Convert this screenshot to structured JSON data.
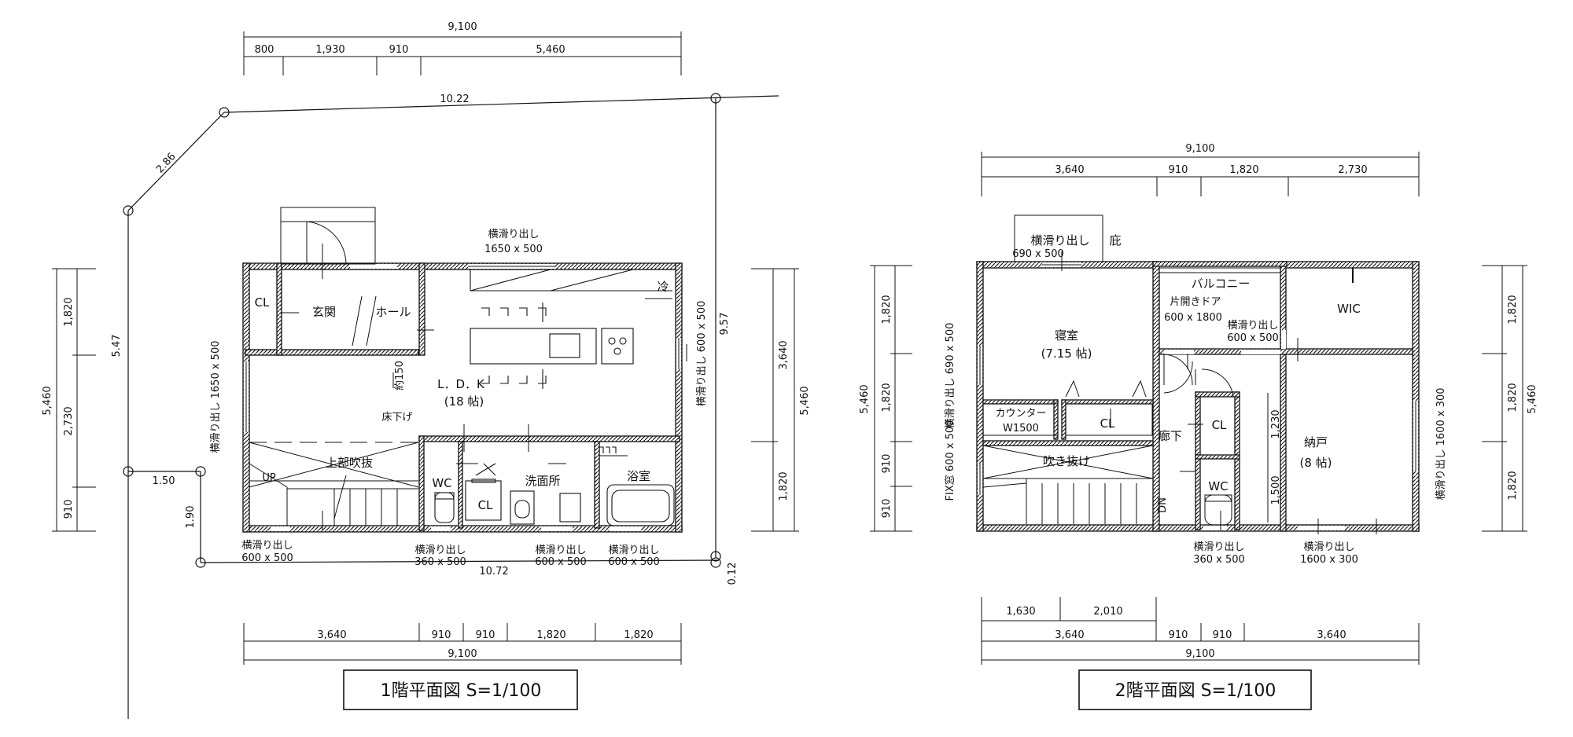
{
  "floor1": {
    "title": "1階平面図 S=1/100",
    "dims_top_total": "9,100",
    "dims_top": [
      "800",
      "1,930",
      "910",
      "5,460"
    ],
    "dims_bottom": [
      "3,640",
      "910",
      "910",
      "1,820",
      "1,820"
    ],
    "dims_bottom_total": "9,100",
    "dims_left_outer": "5,460",
    "dims_left_inner": [
      "1,820",
      "2,730",
      "910"
    ],
    "dims_right_inner": [
      "3,640",
      "1,820"
    ],
    "dims_right_outer": "5,460",
    "site": {
      "top_edge": "10.22",
      "diag_edge": "2.86",
      "left_edge": "5.47",
      "right_edge": "9.57",
      "bottom_edge": "10.72",
      "corner_small": "0.12",
      "offset_h": "1.50",
      "offset_v": "1.90"
    },
    "rooms": {
      "closet": "CL",
      "entrance": "玄関",
      "hall": "ホール",
      "ldk": "L．D．K",
      "ldk_size": "(18 帖)",
      "fridge": "冷",
      "step": "約150",
      "floor_down": "床下げ",
      "void_above": "上部吹抜",
      "up": "UP",
      "wc": "WC",
      "cl2": "CL",
      "washroom": "洗面所",
      "bath": "浴室"
    },
    "windows": {
      "top": "横滑り出し",
      "top_size": "1650 x 500",
      "left_v": "横滑り出し 1650 x 500",
      "right_v": "横滑り出し 600 x 500",
      "b1": "横滑り出し",
      "b1_size": "600 x 500",
      "b2": "横滑り出し",
      "b2_size": "360 x 500",
      "b3": "横滑り出し",
      "b3_size": "600 x 500",
      "b4": "横滑り出し",
      "b4_size": "600 x 500"
    }
  },
  "floor2": {
    "title": "2階平面図 S=1/100",
    "dims_top_total": "9,100",
    "dims_top": [
      "3,640",
      "910",
      "1,820",
      "2,730"
    ],
    "dims_bottom_sub": [
      "1,630",
      "2,010"
    ],
    "dims_bottom": [
      "3,640",
      "910",
      "910",
      "3,640"
    ],
    "dims_bottom_total": "9,100",
    "dims_left_outer": "5,460",
    "dims_left_inner": [
      "1,820",
      "1,820",
      "910",
      "910"
    ],
    "dims_right_inner": [
      "1,820",
      "1,820",
      "1,820"
    ],
    "dims_right_outer": "5,460",
    "dims_storage": [
      "1,230",
      "1,500"
    ],
    "rooms": {
      "eaves": "庇",
      "balcony": "バルコニー",
      "hinged_door": "片開きドア",
      "hinged_size": "600 x 1800",
      "wic": "WIC",
      "bedroom": "寝室",
      "bedroom_size": "(7.15 帖)",
      "counter": "カウンター",
      "counter_w": "W1500",
      "cl": "CL",
      "corridor": "廊下",
      "cl2": "CL",
      "void": "吹き抜け",
      "dn": "DN",
      "wc": "WC",
      "storage": "納戸",
      "storage_size": "(8 帖)"
    },
    "windows": {
      "top": "横滑り出し",
      "top_size": "690 x 500",
      "mid": "横滑り出し",
      "mid_size": "600 x 500",
      "left_v": "横滑り出し 690 x 500",
      "fix_v": "FIX窓 600 x 500",
      "right_v": "横滑り出し 1600 x 300",
      "b1": "横滑り出し",
      "b1_size": "360 x 500",
      "b2": "横滑り出し",
      "b2_size": "1600 x 300"
    }
  }
}
